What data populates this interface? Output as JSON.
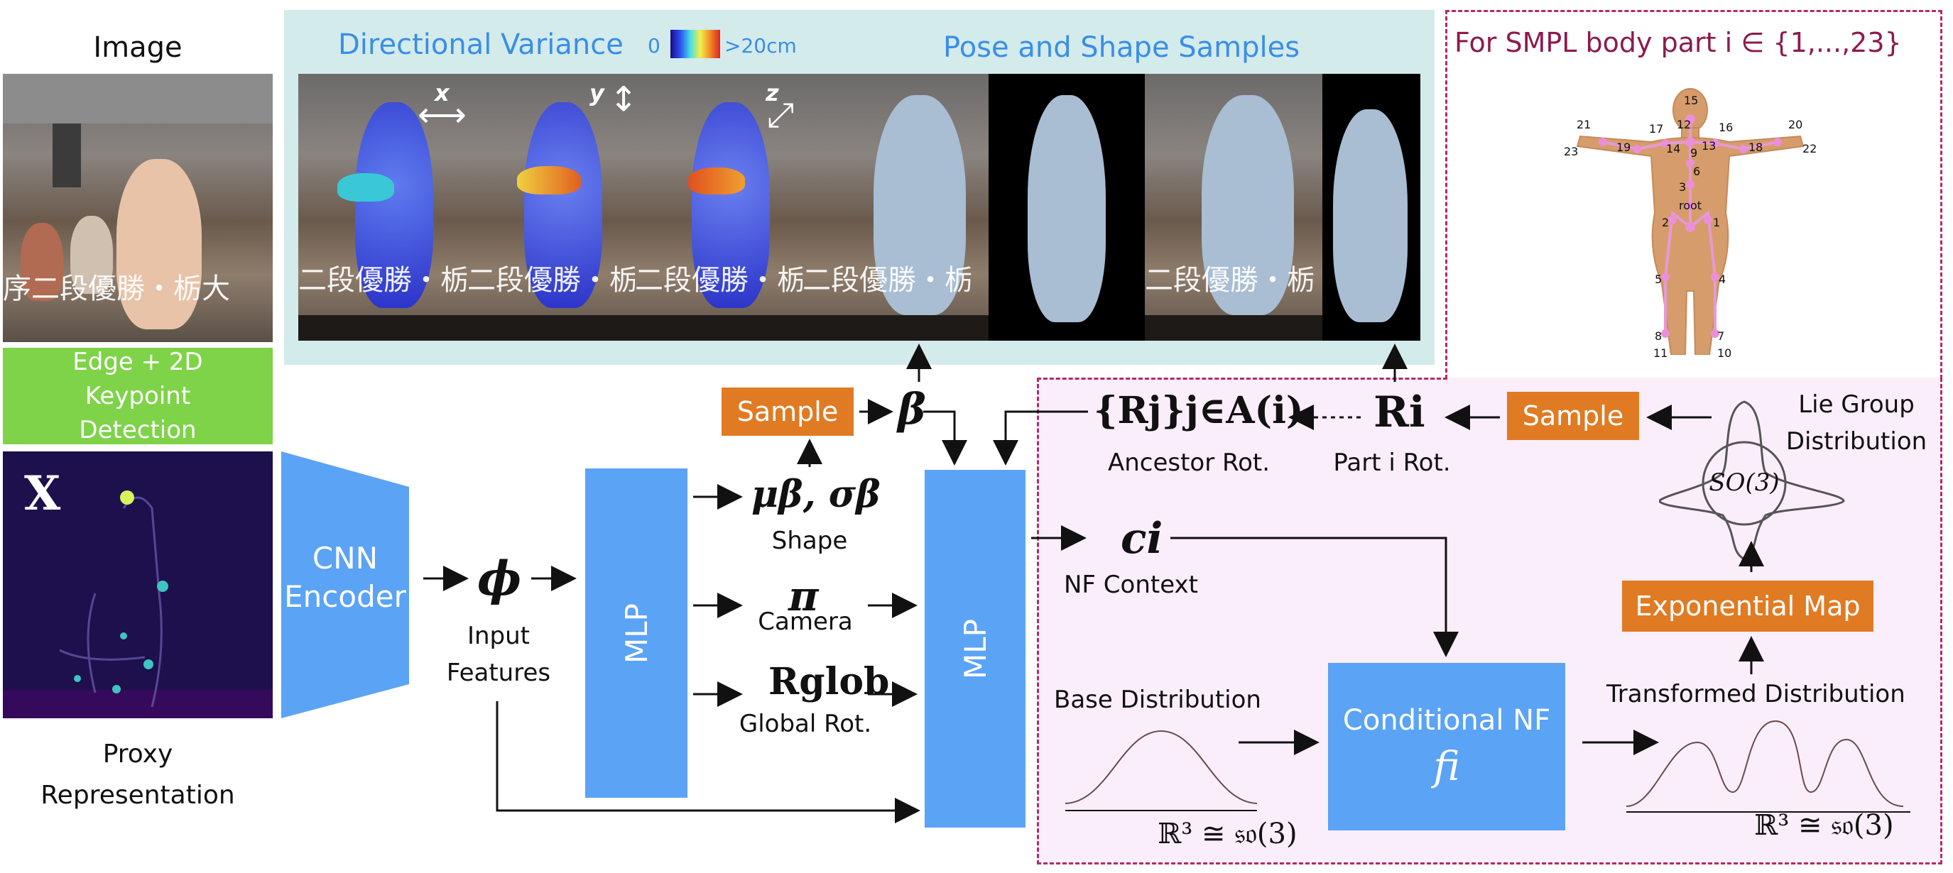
{
  "left_column": {
    "image_title": "Image",
    "overlay_text": "序二段優勝・栃大",
    "edge_box_label": "Edge + 2D Keypoint Detection",
    "x_symbol": "X",
    "proxy_label": "Proxy Representation"
  },
  "top_panel": {
    "directional_variance_title": "Directional Variance",
    "colorbar_min": "0",
    "colorbar_max": ">20cm",
    "pose_shape_title": "Pose and Shape Samples",
    "axis_labels": [
      "x",
      "y",
      "z"
    ],
    "overlay_text": "二段優勝・栃"
  },
  "smpl_panel": {
    "title": "For SMPL body part i ∈ {1,...,23}",
    "joint_numbers": [
      "15",
      "12",
      "21",
      "17",
      "16",
      "20",
      "23",
      "19",
      "14",
      "9",
      "13",
      "18",
      "22",
      "6",
      "3",
      "root",
      "2",
      "1",
      "5",
      "4",
      "8",
      "7",
      "11",
      "10"
    ]
  },
  "encoder": {
    "cnn_label": "CNN Encoder",
    "phi_symbol": "ϕ",
    "input_features_label": "Input Features",
    "mlp1_label": "MLP",
    "mlp2_label": "MLP"
  },
  "outputs": {
    "sample_left_label": "Sample",
    "beta_symbol": "β",
    "mu_sigma_symbol": "μβ, σβ",
    "shape_label": "Shape",
    "pi_symbol": "π",
    "camera_label": "Camera",
    "rglob_symbol": "Rglob",
    "global_rot_label": "Global Rot."
  },
  "flow": {
    "ancestor_symbol": "{Rj}j∈A(i)",
    "ancestor_label": "Ancestor Rot.",
    "ri_symbol": "Ri",
    "part_rot_label": "Part i Rot.",
    "sample_right_label": "Sample",
    "lie_group_label": "Lie Group Distribution",
    "so3_label": "SO(3)",
    "ci_symbol": "ci",
    "nf_context_label": "NF Context",
    "exp_map_label": "Exponential Map",
    "base_dist_label": "Base Distribution",
    "cond_nf_label": "Conditional NF",
    "fi_symbol": "fi",
    "transformed_dist_label": "Transformed Distribution",
    "r3_left": "ℝ³ ≅ 𝔰𝔬(3)",
    "r3_right": "ℝ³ ≅ 𝔰𝔬(3)"
  },
  "colors": {
    "panel_teal": "#d3ebeb",
    "pink_region": "#fbeefb",
    "dash_border": "#b5296b",
    "blue": "#5ba3f5",
    "orange": "#e07b23",
    "green": "#7ed348",
    "title_blue": "#3a8ee6"
  }
}
